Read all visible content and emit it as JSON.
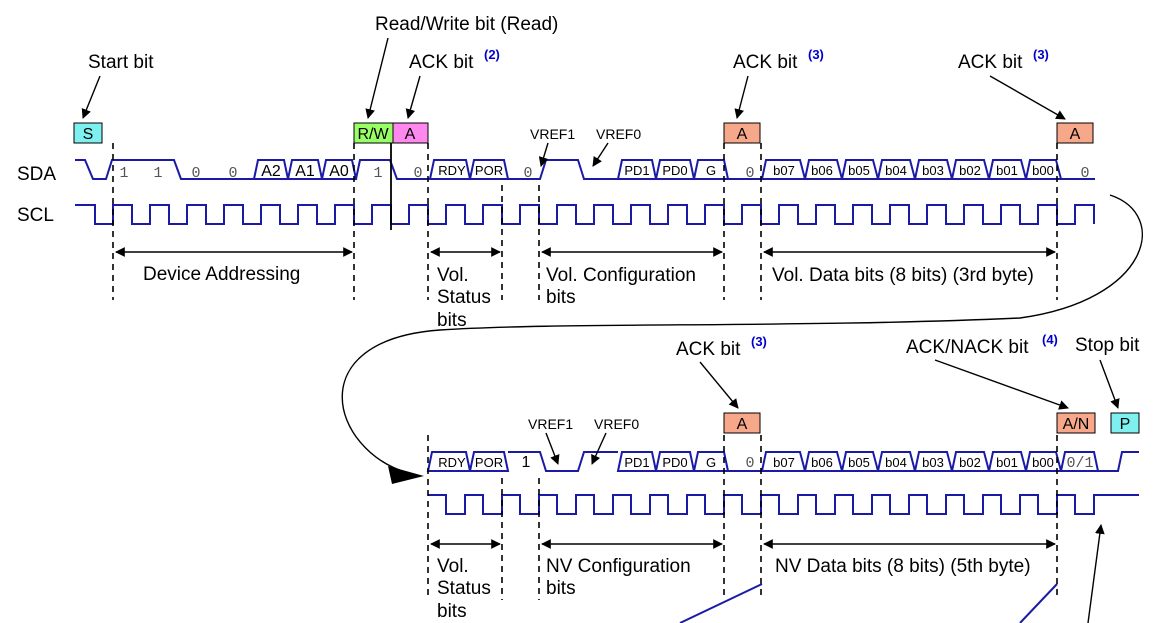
{
  "signals": {
    "sda": "SDA",
    "scl": "SCL"
  },
  "callouts": {
    "start_bit": "Start bit",
    "rw_bit": "Read/Write bit (Read)",
    "ack_bit": "ACK bit",
    "ack_nack_bit": "ACK/NACK bit",
    "stop_bit": "Stop bit",
    "note2": "(2)",
    "note3": "(3)",
    "note4": "(4)"
  },
  "boxes": {
    "start": "S",
    "rw": "R/W",
    "ack": "A",
    "ack_nack": "A/N",
    "stop": "P"
  },
  "row1": {
    "addr_bits": [
      "1",
      "1",
      "0",
      "0"
    ],
    "addr_pins": [
      "A2",
      "A1",
      "A0"
    ],
    "rw_value": "1",
    "status_lead": "0",
    "status_bits": [
      "RDY",
      "POR"
    ],
    "config_lead": "0",
    "vref1": "VREF1",
    "vref0": "VREF0",
    "config_bits": [
      "PD1",
      "PD0",
      "G"
    ],
    "data_lead": "0",
    "data_bits": [
      "b07",
      "b06",
      "b05",
      "b04",
      "b03",
      "b02",
      "b01",
      "b00"
    ],
    "data_tail": "0",
    "sections": {
      "device_addressing": "Device Addressing",
      "vol_status": [
        "Vol.",
        "Status",
        "bits"
      ],
      "vol_config": [
        "Vol. Configuration",
        "bits"
      ],
      "vol_data": "Vol. Data bits (8 bits) (3rd byte)"
    }
  },
  "row2": {
    "status_bits": [
      "RDY",
      "POR"
    ],
    "config_lead": "1",
    "vref1": "VREF1",
    "vref0": "VREF0",
    "config_bits": [
      "PD1",
      "PD0",
      "G"
    ],
    "data_lead": "0",
    "data_bits": [
      "b07",
      "b06",
      "b05",
      "b04",
      "b03",
      "b02",
      "b01",
      "b00"
    ],
    "data_tail": "0/1",
    "sections": {
      "vol_status": [
        "Vol.",
        "Status",
        "bits"
      ],
      "nv_config": [
        "NV Configuration",
        "bits"
      ],
      "nv_data": "NV Data bits (8 bits) (5th byte)"
    }
  },
  "colors": {
    "wave": "#1a1aa6",
    "start_stop_fill": "#7ff0f0",
    "rw_fill": "#99ff66",
    "ack_read_fill": "#ff88ee",
    "ack_fill": "#f7a88a",
    "note_color": "#0000cc"
  }
}
